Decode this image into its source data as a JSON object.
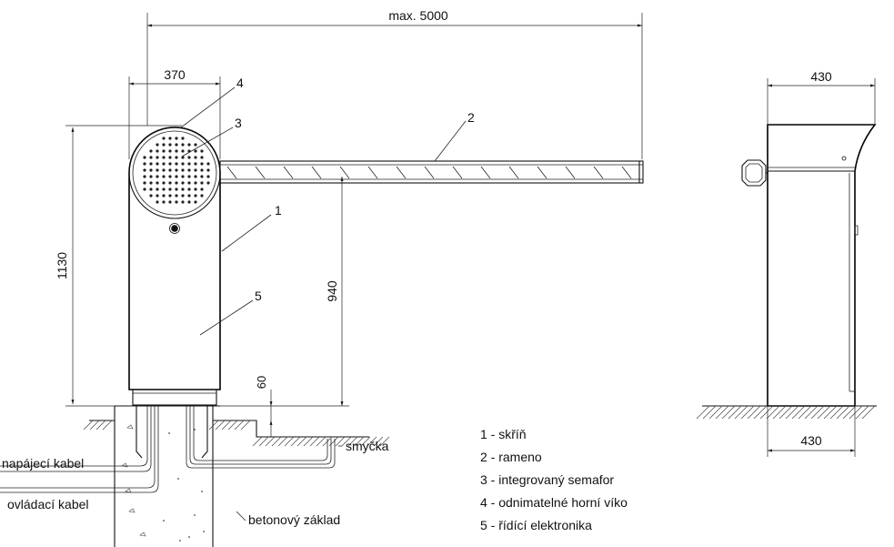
{
  "dimensions": {
    "max_length": "max. 5000",
    "housing_width": "370",
    "total_height": "1130",
    "arm_height": "940",
    "foundation_offset": "60",
    "side_width_top": "430",
    "side_width_bottom": "430"
  },
  "callouts": {
    "n1": "1",
    "n2": "2",
    "n3": "3",
    "n4": "4",
    "n5": "5"
  },
  "labels": {
    "power_cable": "napájecí kabel",
    "control_cable": "ovládací kabel",
    "loop": "smyčka",
    "concrete_base": "betonový základ"
  },
  "legend": [
    "1 - skříň",
    "2 - rameno",
    "3 - integrovaný semafor",
    "4 - odnimatelné horní víko",
    "5 - řídící elektronika"
  ]
}
